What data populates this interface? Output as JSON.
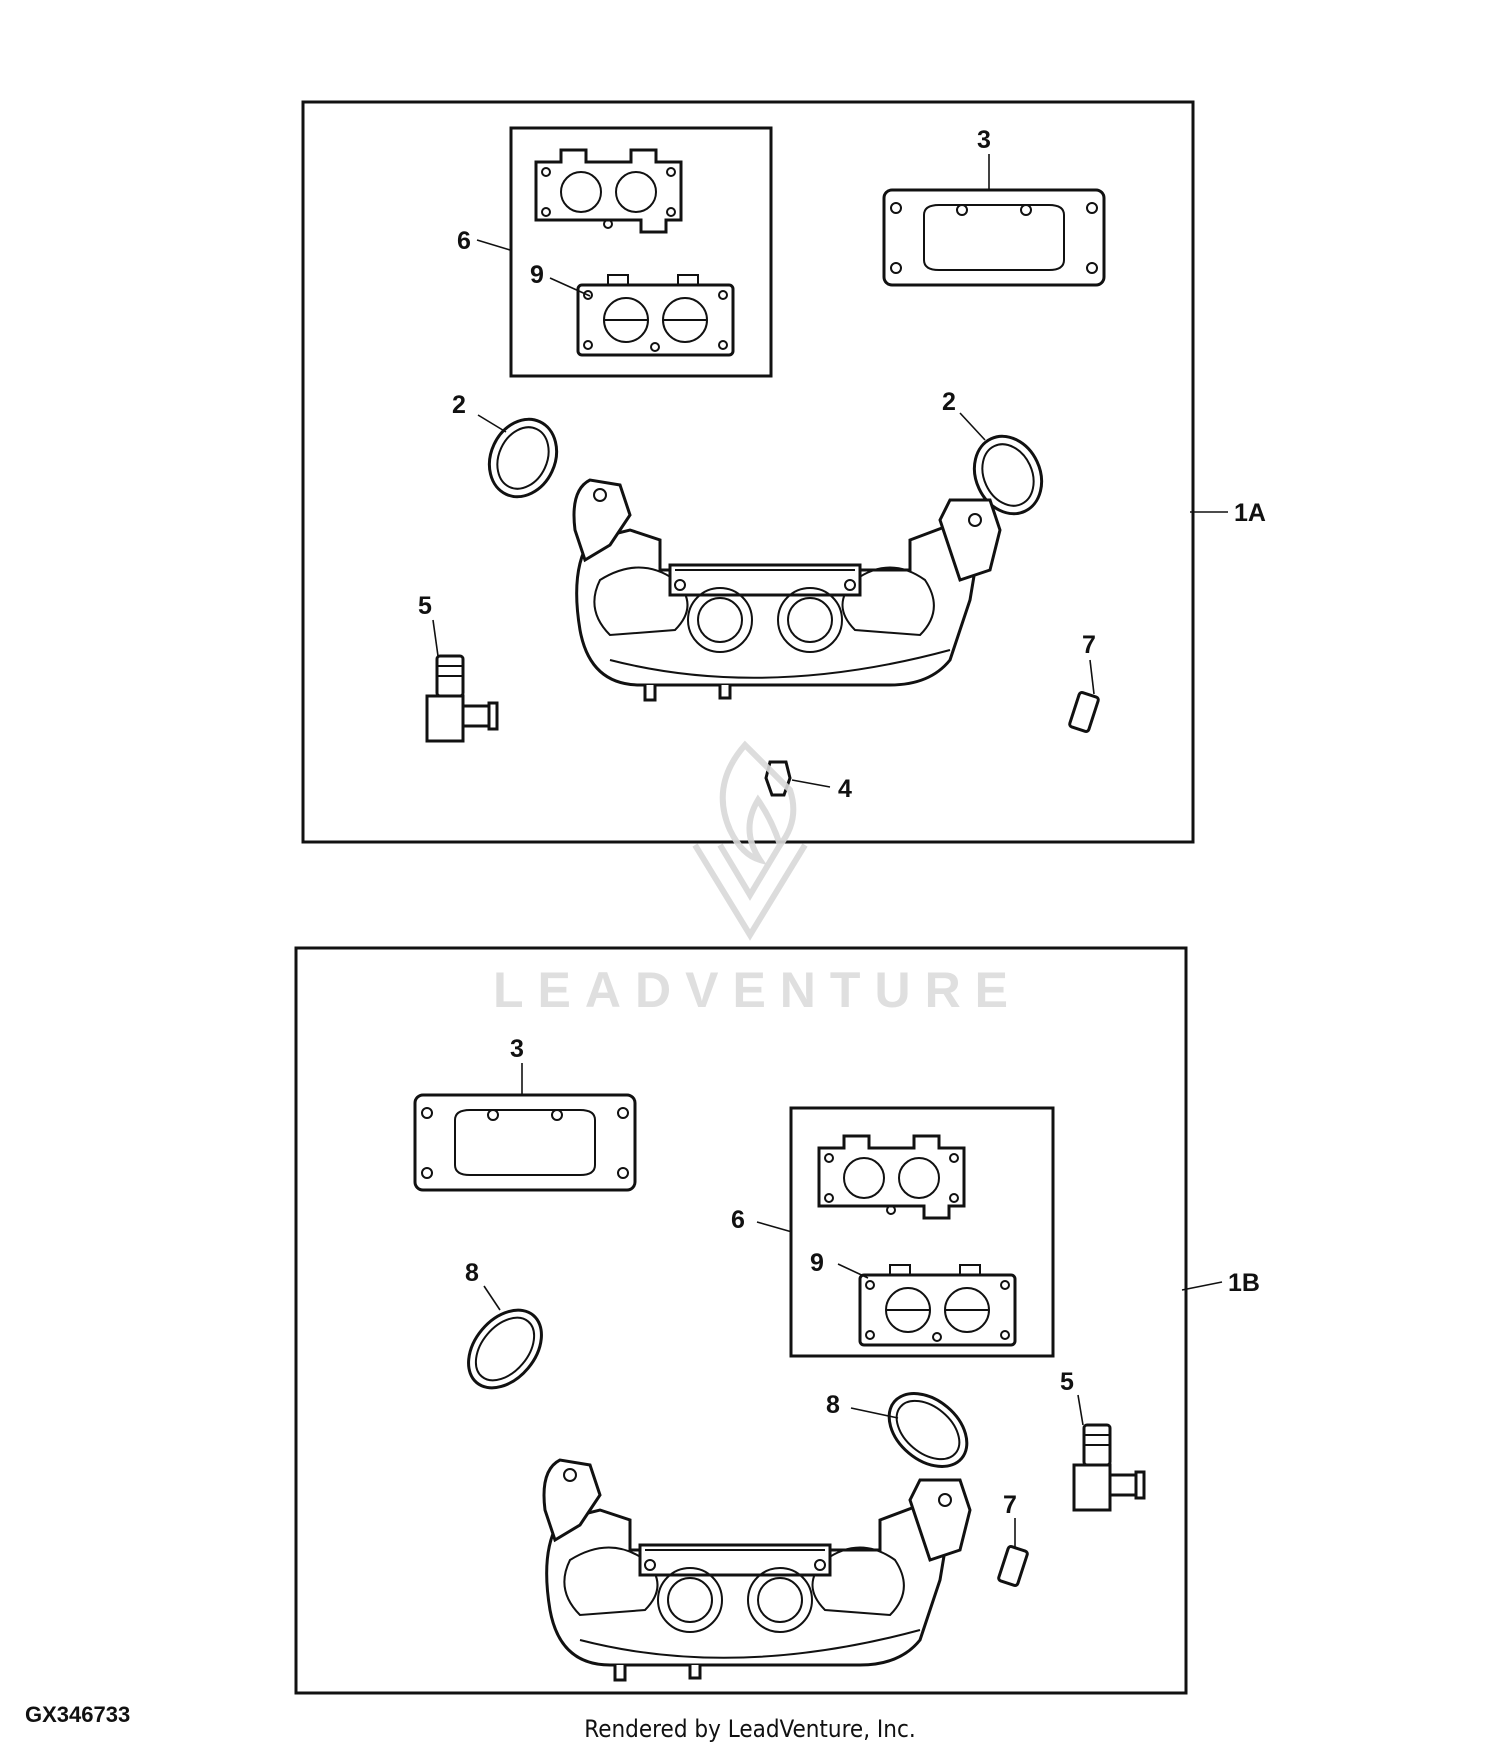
{
  "panels": [
    {
      "id": "1A",
      "callouts": {
        "gasket_kit": "6",
        "gasket_plain": "9",
        "cover_gasket": "3",
        "seal_left": "2",
        "seal_right": "2",
        "elbow": "5",
        "pin": "7",
        "plug": "4"
      }
    },
    {
      "id": "1B",
      "callouts": {
        "cover_gasket": "3",
        "gasket_kit": "6",
        "gasket_plain": "9",
        "ring_left": "8",
        "ring_right": "8",
        "elbow": "5",
        "pin": "7"
      }
    }
  ],
  "watermark": {
    "brand": "LEADVENTURE"
  },
  "footer": {
    "figure_id": "GX346733",
    "rendered_by": "Rendered by LeadVenture, Inc."
  }
}
